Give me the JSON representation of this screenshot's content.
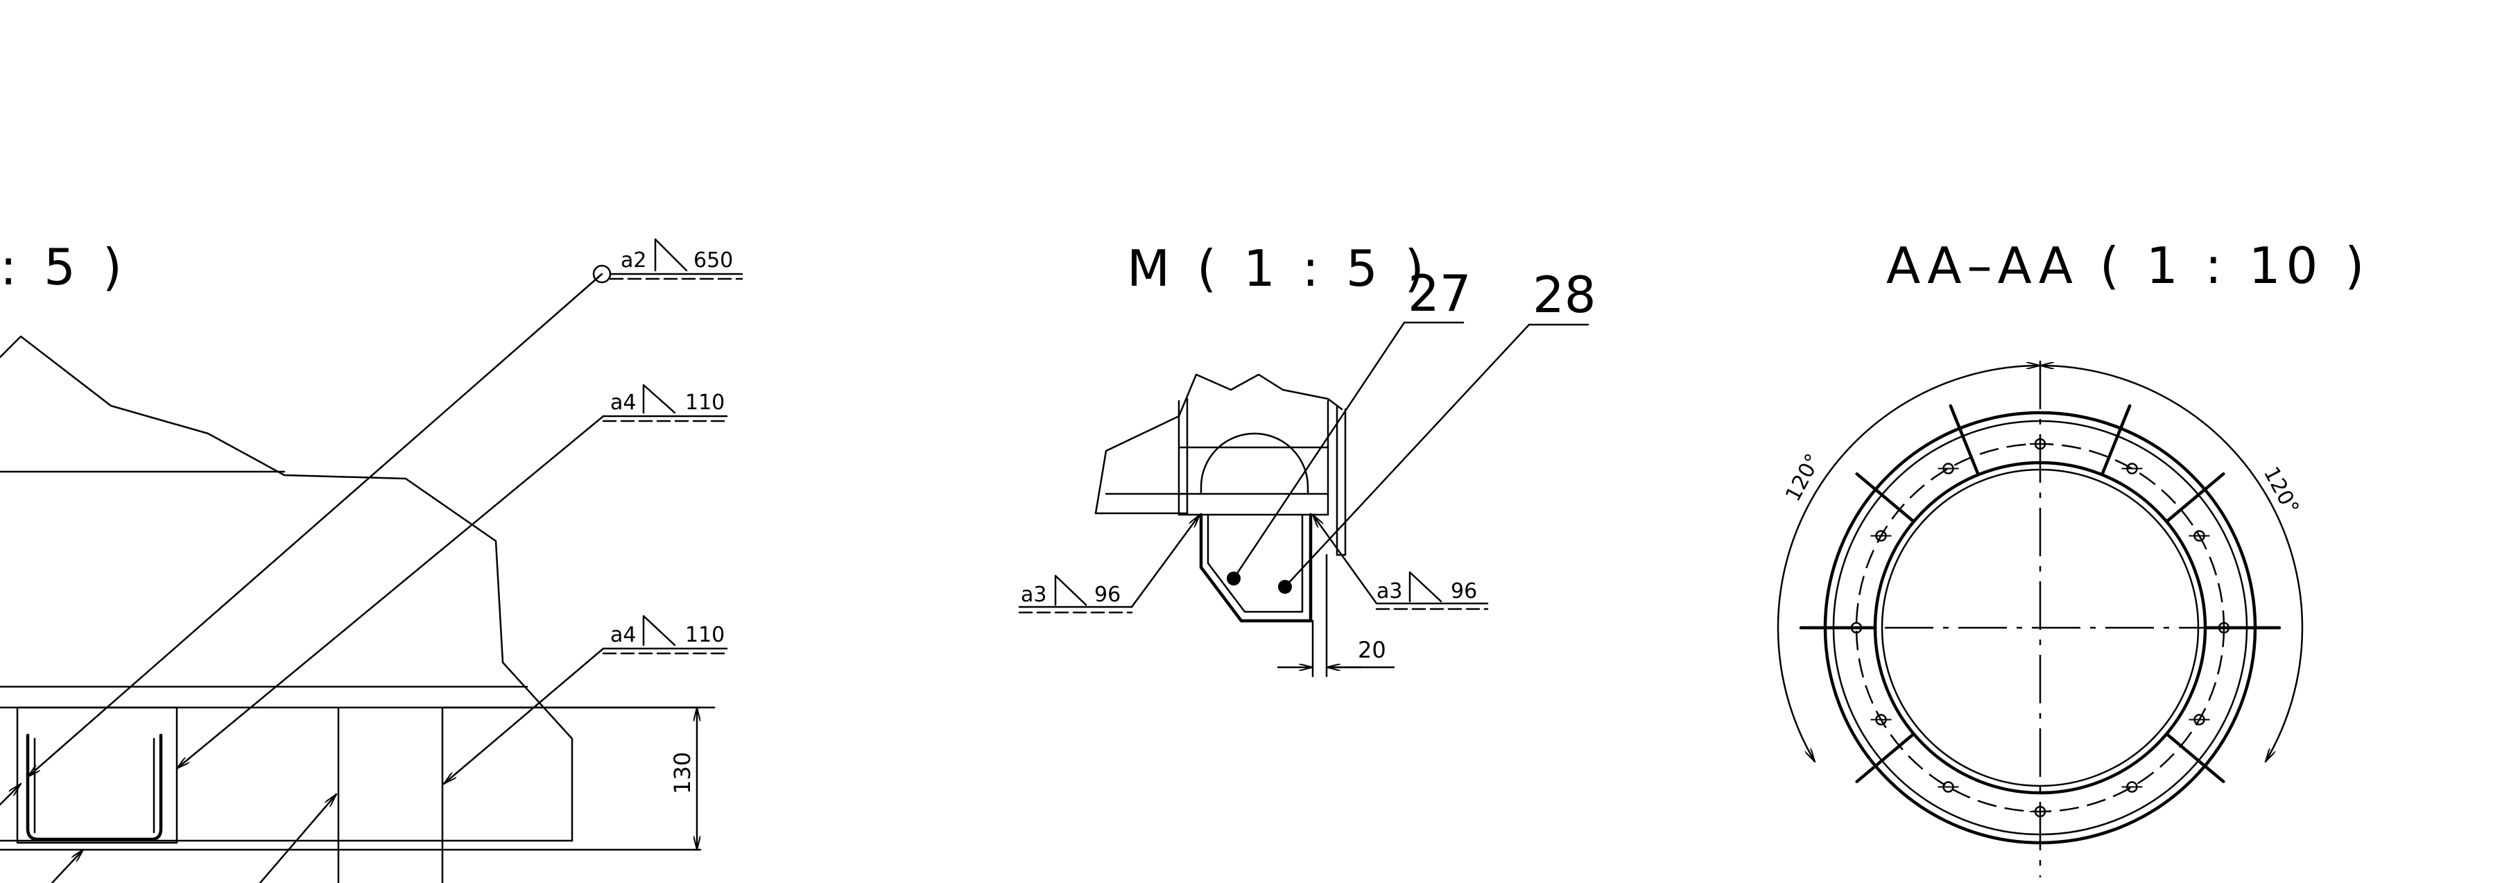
{
  "views": {
    "left": {
      "title": ": 5 )"
    },
    "middle": {
      "title": "M ( 1 : 5 )"
    },
    "right": {
      "title": "AA–AA ( 1 : 10 )"
    }
  },
  "welds": {
    "left_top": {
      "a": "a2",
      "len": "650"
    },
    "left_mid": {
      "a": "a4",
      "len": "110"
    },
    "left_low": {
      "a": "a4",
      "len": "110"
    },
    "mid_left": {
      "a": "a3",
      "len": "96"
    },
    "mid_right": {
      "a": "a3",
      "len": "96"
    }
  },
  "leaders": {
    "p27": "27",
    "p28": "28"
  },
  "dimensions": {
    "height": "130",
    "gap": "20"
  },
  "angles": {
    "left": "120°",
    "right": "120°"
  }
}
